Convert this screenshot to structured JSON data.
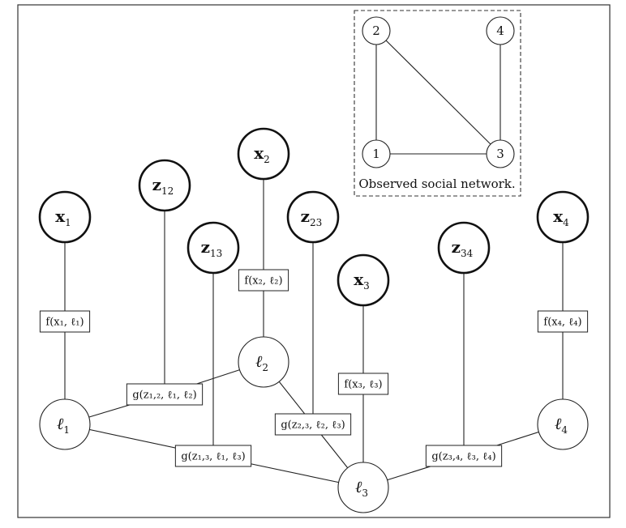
{
  "diagram": {
    "observed_nodes": [
      {
        "id": "x1",
        "base": "x",
        "sub": "1"
      },
      {
        "id": "x2",
        "base": "x",
        "sub": "2"
      },
      {
        "id": "x3",
        "base": "x",
        "sub": "3"
      },
      {
        "id": "x4",
        "base": "x",
        "sub": "4"
      },
      {
        "id": "z12",
        "base": "z",
        "sub": "12"
      },
      {
        "id": "z13",
        "base": "z",
        "sub": "13"
      },
      {
        "id": "z23",
        "base": "z",
        "sub": "23"
      },
      {
        "id": "z34",
        "base": "z",
        "sub": "34"
      }
    ],
    "latent_nodes": [
      {
        "id": "l1",
        "base": "ℓ",
        "sub": "1"
      },
      {
        "id": "l2",
        "base": "ℓ",
        "sub": "2"
      },
      {
        "id": "l3",
        "base": "ℓ",
        "sub": "3"
      },
      {
        "id": "l4",
        "base": "ℓ",
        "sub": "4"
      }
    ],
    "factors": [
      {
        "id": "fx1",
        "label": "f(x₁, ℓ₁)"
      },
      {
        "id": "fx2",
        "label": "f(x₂, ℓ₂)"
      },
      {
        "id": "fx3",
        "label": "f(x₃, ℓ₃)"
      },
      {
        "id": "fx4",
        "label": "f(x₄, ℓ₄)"
      },
      {
        "id": "gz12",
        "label": "g(z₁,₂, ℓ₁, ℓ₂)"
      },
      {
        "id": "gz13",
        "label": "g(z₁,₃, ℓ₁, ℓ₃)"
      },
      {
        "id": "gz23",
        "label": "g(z₂,₃, ℓ₂, ℓ₃)"
      },
      {
        "id": "gz34",
        "label": "g(z₃,₄, ℓ₃, ℓ₄)"
      }
    ],
    "edges": [
      [
        "x1",
        "fx1"
      ],
      [
        "fx1",
        "l1"
      ],
      [
        "x2",
        "fx2"
      ],
      [
        "fx2",
        "l2"
      ],
      [
        "x3",
        "fx3"
      ],
      [
        "fx3",
        "l3"
      ],
      [
        "x4",
        "fx4"
      ],
      [
        "fx4",
        "l4"
      ],
      [
        "z12",
        "gz12"
      ],
      [
        "gz12",
        "l1"
      ],
      [
        "gz12",
        "l2"
      ],
      [
        "z13",
        "gz13"
      ],
      [
        "gz13",
        "l1"
      ],
      [
        "gz13",
        "l3"
      ],
      [
        "z23",
        "gz23"
      ],
      [
        "gz23",
        "l2"
      ],
      [
        "gz23",
        "l3"
      ],
      [
        "z34",
        "gz34"
      ],
      [
        "gz34",
        "l3"
      ],
      [
        "gz34",
        "l4"
      ]
    ]
  },
  "network": {
    "nodes": [
      "1",
      "2",
      "3",
      "4"
    ],
    "edges": [
      [
        "1",
        "2"
      ],
      [
        "1",
        "3"
      ],
      [
        "2",
        "3"
      ],
      [
        "3",
        "4"
      ]
    ],
    "caption": "Observed social network."
  }
}
